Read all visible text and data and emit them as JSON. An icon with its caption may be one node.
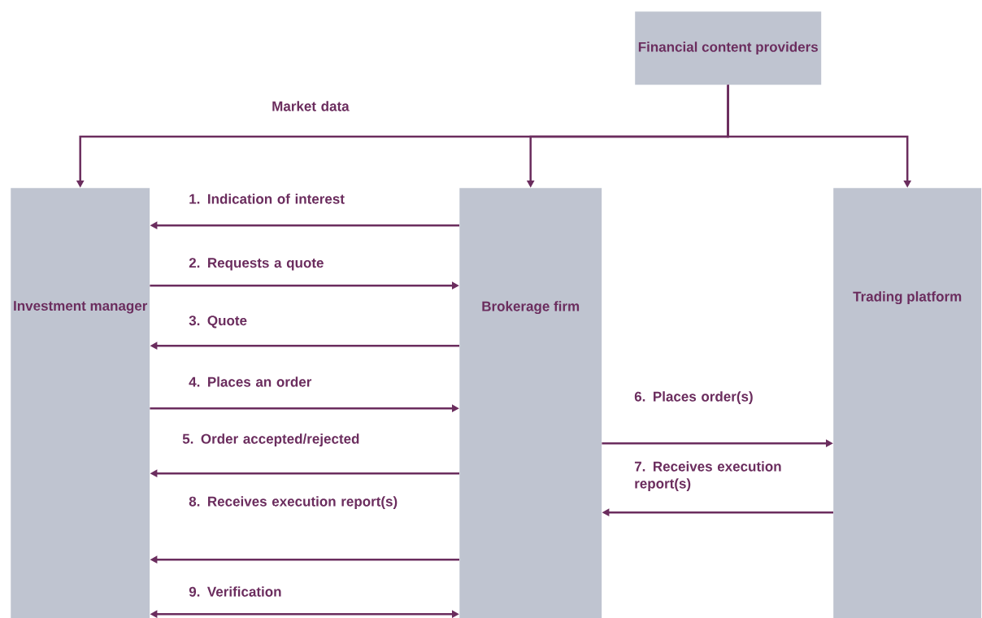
{
  "diagram": {
    "nodes": [
      {
        "text": [
          "Financial content providers"
        ]
      },
      {
        "text": [
          "Investment manager"
        ]
      },
      {
        "text": [
          "Brokerage firm"
        ]
      },
      {
        "text": [
          "Trading platform"
        ]
      }
    ],
    "edges": [
      {
        "from": 0,
        "to": 1,
        "arrow": "to",
        "label": "Market data"
      },
      {
        "from": 0,
        "to": 2,
        "arrow": "to"
      },
      {
        "from": 0,
        "to": 3,
        "arrow": "to"
      },
      {
        "from": 2,
        "to": 1,
        "arrow": "to",
        "label": "1. Indication of interest"
      },
      {
        "from": 1,
        "to": 2,
        "arrow": "to",
        "label": "2. Requests a quote"
      },
      {
        "from": 2,
        "to": 1,
        "arrow": "to",
        "label": "3. Quote"
      },
      {
        "from": 1,
        "to": 2,
        "arrow": "to",
        "label": "4. Places an order"
      },
      {
        "from": 2,
        "to": 1,
        "arrow": "to",
        "label": "5. Order accepted/rejected"
      },
      {
        "from": 2,
        "to": 1,
        "arrow": "to",
        "label": "8. Receives execution report(s)"
      },
      {
        "from": 1,
        "to": 2,
        "arrow": "both",
        "label": "9. Verification"
      },
      {
        "from": 2,
        "to": 3,
        "arrow": "to",
        "label": "6. Places order(s)"
      },
      {
        "from": 3,
        "to": 2,
        "arrow": "to",
        "label": "7. Receives execution report(s)"
      }
    ]
  }
}
